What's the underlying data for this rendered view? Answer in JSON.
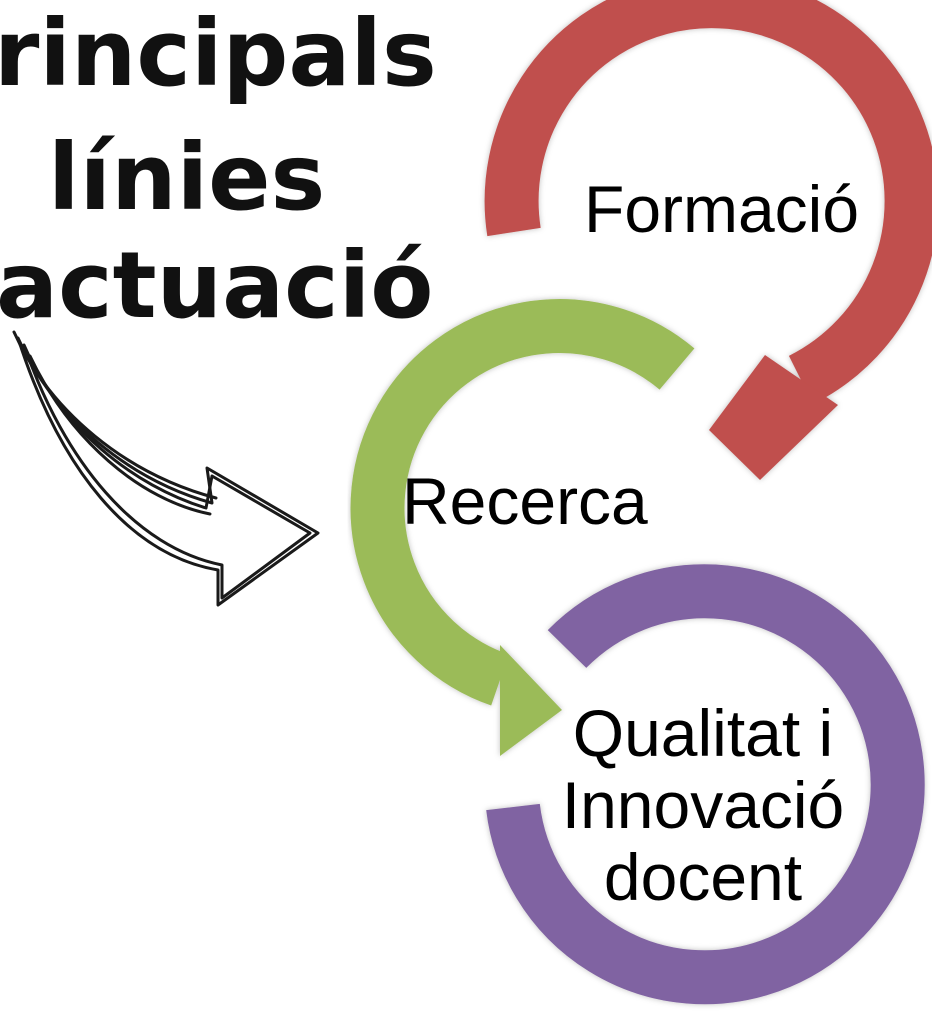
{
  "heading": {
    "line1": "rincipals",
    "line2": "línies",
    "line3": "actuació"
  },
  "cycle": {
    "steps": [
      {
        "label": "Formació",
        "color": "#c0504d"
      },
      {
        "label": "Recerca",
        "color": "#9bbb59"
      },
      {
        "label_line1": "Qualitat i",
        "label_line2": "Innovació",
        "label_line3": "docent",
        "color": "#8064a2"
      }
    ]
  },
  "pointer": {
    "icon": "hand-drawn-arrow-icon",
    "stroke": "#1a1a1a"
  }
}
